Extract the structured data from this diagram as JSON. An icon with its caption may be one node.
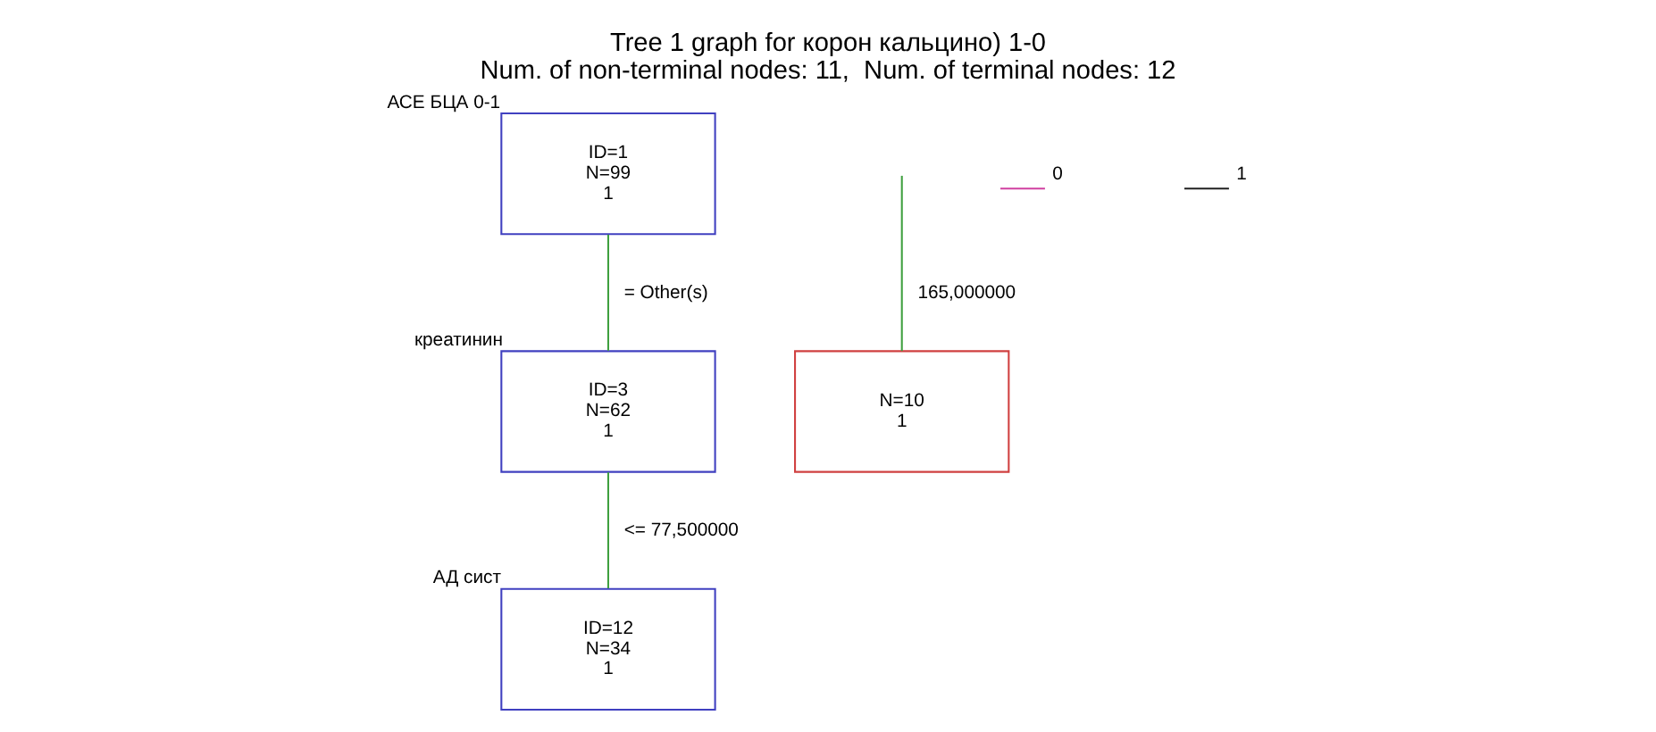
{
  "diagram": {
    "title": "Tree 1 graph for корон кальцино) 1-0",
    "caption": "Num. of non-terminal nodes: 11,  Num. of terminal nodes: 12",
    "nodes": [
      {
        "text": [
          "ID=1",
          "N=99",
          "1"
        ],
        "beside": [
          "АСЕ БЦА 0-1"
        ]
      },
      {
        "text": [
          "ID=3",
          "N=62",
          "1"
        ],
        "beside": [
          "креатинин"
        ]
      },
      {
        "text": [
          "N=10",
          "1"
        ]
      },
      {
        "text": [
          "ID=12",
          "N=34",
          "1"
        ],
        "beside": [
          "АД сист"
        ]
      }
    ],
    "edges": [
      {
        "from": 0,
        "to": 1,
        "arrow": "none",
        "label": "= Other(s)"
      },
      {
        "from": null,
        "to": 2,
        "arrow": "none",
        "label": "165,000000"
      },
      {
        "from": 1,
        "to": 3,
        "arrow": "none",
        "label": "<= 77,500000"
      }
    ],
    "legend": [
      {
        "text": "0"
      },
      {
        "text": "1"
      }
    ]
  }
}
